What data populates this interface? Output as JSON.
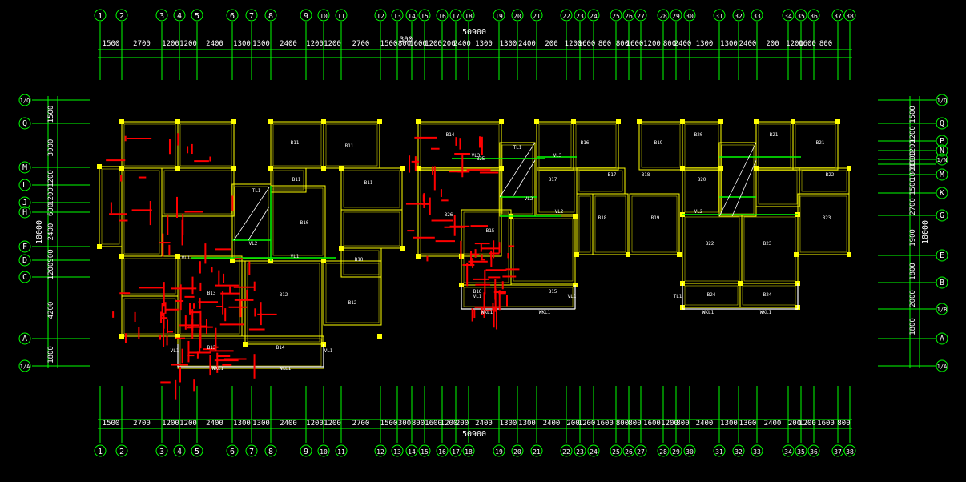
{
  "drawing": {
    "colors": {
      "background": "#000000",
      "axis": "#00ff00",
      "dimension": "#ffffff",
      "wall": "#ffff00",
      "rebar": "#ff0000",
      "beam": "#00ff00"
    },
    "top_total": "50900",
    "bottom_total": "50900",
    "top_extra": "300",
    "grid_labels": [
      "1",
      "2",
      "3",
      "4",
      "5",
      "6",
      "7",
      "8",
      "9",
      "10",
      "11",
      "12",
      "13",
      "14",
      "15",
      "16",
      "17",
      "18",
      "19",
      "20",
      "21",
      "22",
      "23",
      "24",
      "25",
      "26",
      "27",
      "28",
      "29",
      "30",
      "31",
      "32",
      "33",
      "34",
      "35",
      "36",
      "37",
      "38"
    ],
    "top_dims": [
      "1500",
      "2700",
      "1200",
      "1200",
      "2400",
      "1300",
      "1300",
      "2400",
      "1200",
      "1200",
      "2700",
      "1500",
      "800",
      "1600",
      "1200",
      "200",
      "2400",
      "1300",
      "1300",
      "2400",
      "200",
      "1200",
      "1600",
      "800",
      "800",
      "1600",
      "1200",
      "800",
      "2400",
      "1300",
      "1300",
      "2400",
      "200",
      "1200",
      "1600",
      "800"
    ],
    "bottom_dims": [
      "1500",
      "2700",
      "1200",
      "1200",
      "2400",
      "1300",
      "1300",
      "2400",
      "1200",
      "1200",
      "2700",
      "1500",
      "300",
      "800",
      "1600",
      "1200",
      "200",
      "2400",
      "1300",
      "1300",
      "2400",
      "200",
      "1200",
      "1600",
      "800",
      "800",
      "1600",
      "1200",
      "800",
      "2400",
      "1300",
      "1300",
      "2400",
      "200",
      "1200",
      "1600",
      "800"
    ],
    "left_rows": [
      "1/Q",
      "Q",
      "M",
      "L",
      "J",
      "H",
      "F",
      "D",
      "C",
      "A",
      "1/A"
    ],
    "left_dims": [
      "1500",
      "3000",
      "1200",
      "1200",
      "600",
      "2400",
      "900",
      "1200",
      "4200",
      "1800"
    ],
    "left_total": "18000",
    "right_rows": [
      "1/Q",
      "Q",
      "P",
      "N",
      "1/N",
      "M",
      "K",
      "G",
      "E",
      "B",
      "1/B",
      "A",
      "1/A"
    ],
    "right_dims": [
      "1500",
      "1200",
      "1200",
      "300",
      "300",
      "1800",
      "1500",
      "2700",
      "1900",
      "1800",
      "2000",
      "1800"
    ],
    "right_total": "18000",
    "room_labels": [
      "B11",
      "B11",
      "B11",
      "B11",
      "B10",
      "B10",
      "B12",
      "B12",
      "B13",
      "B13",
      "B14",
      "B14",
      "B15",
      "B15",
      "B16",
      "B16",
      "B17",
      "B17",
      "B18",
      "B18",
      "B19",
      "B19",
      "B20",
      "B20",
      "B21",
      "B21",
      "B22",
      "B22",
      "B23",
      "B23",
      "B24",
      "B24",
      "B25",
      "B26"
    ],
    "beam_labels": [
      "WKL1",
      "WKL1",
      "WKL1",
      "WKL1",
      "WKL1",
      "WKL1",
      "VL1",
      "VL1",
      "VL2",
      "VL2",
      "VL3",
      "VL3",
      "VL1",
      "VL1",
      "VL2",
      "VL2",
      "VL1",
      "VL1",
      "TL1",
      "TL1",
      "TL1"
    ]
  }
}
